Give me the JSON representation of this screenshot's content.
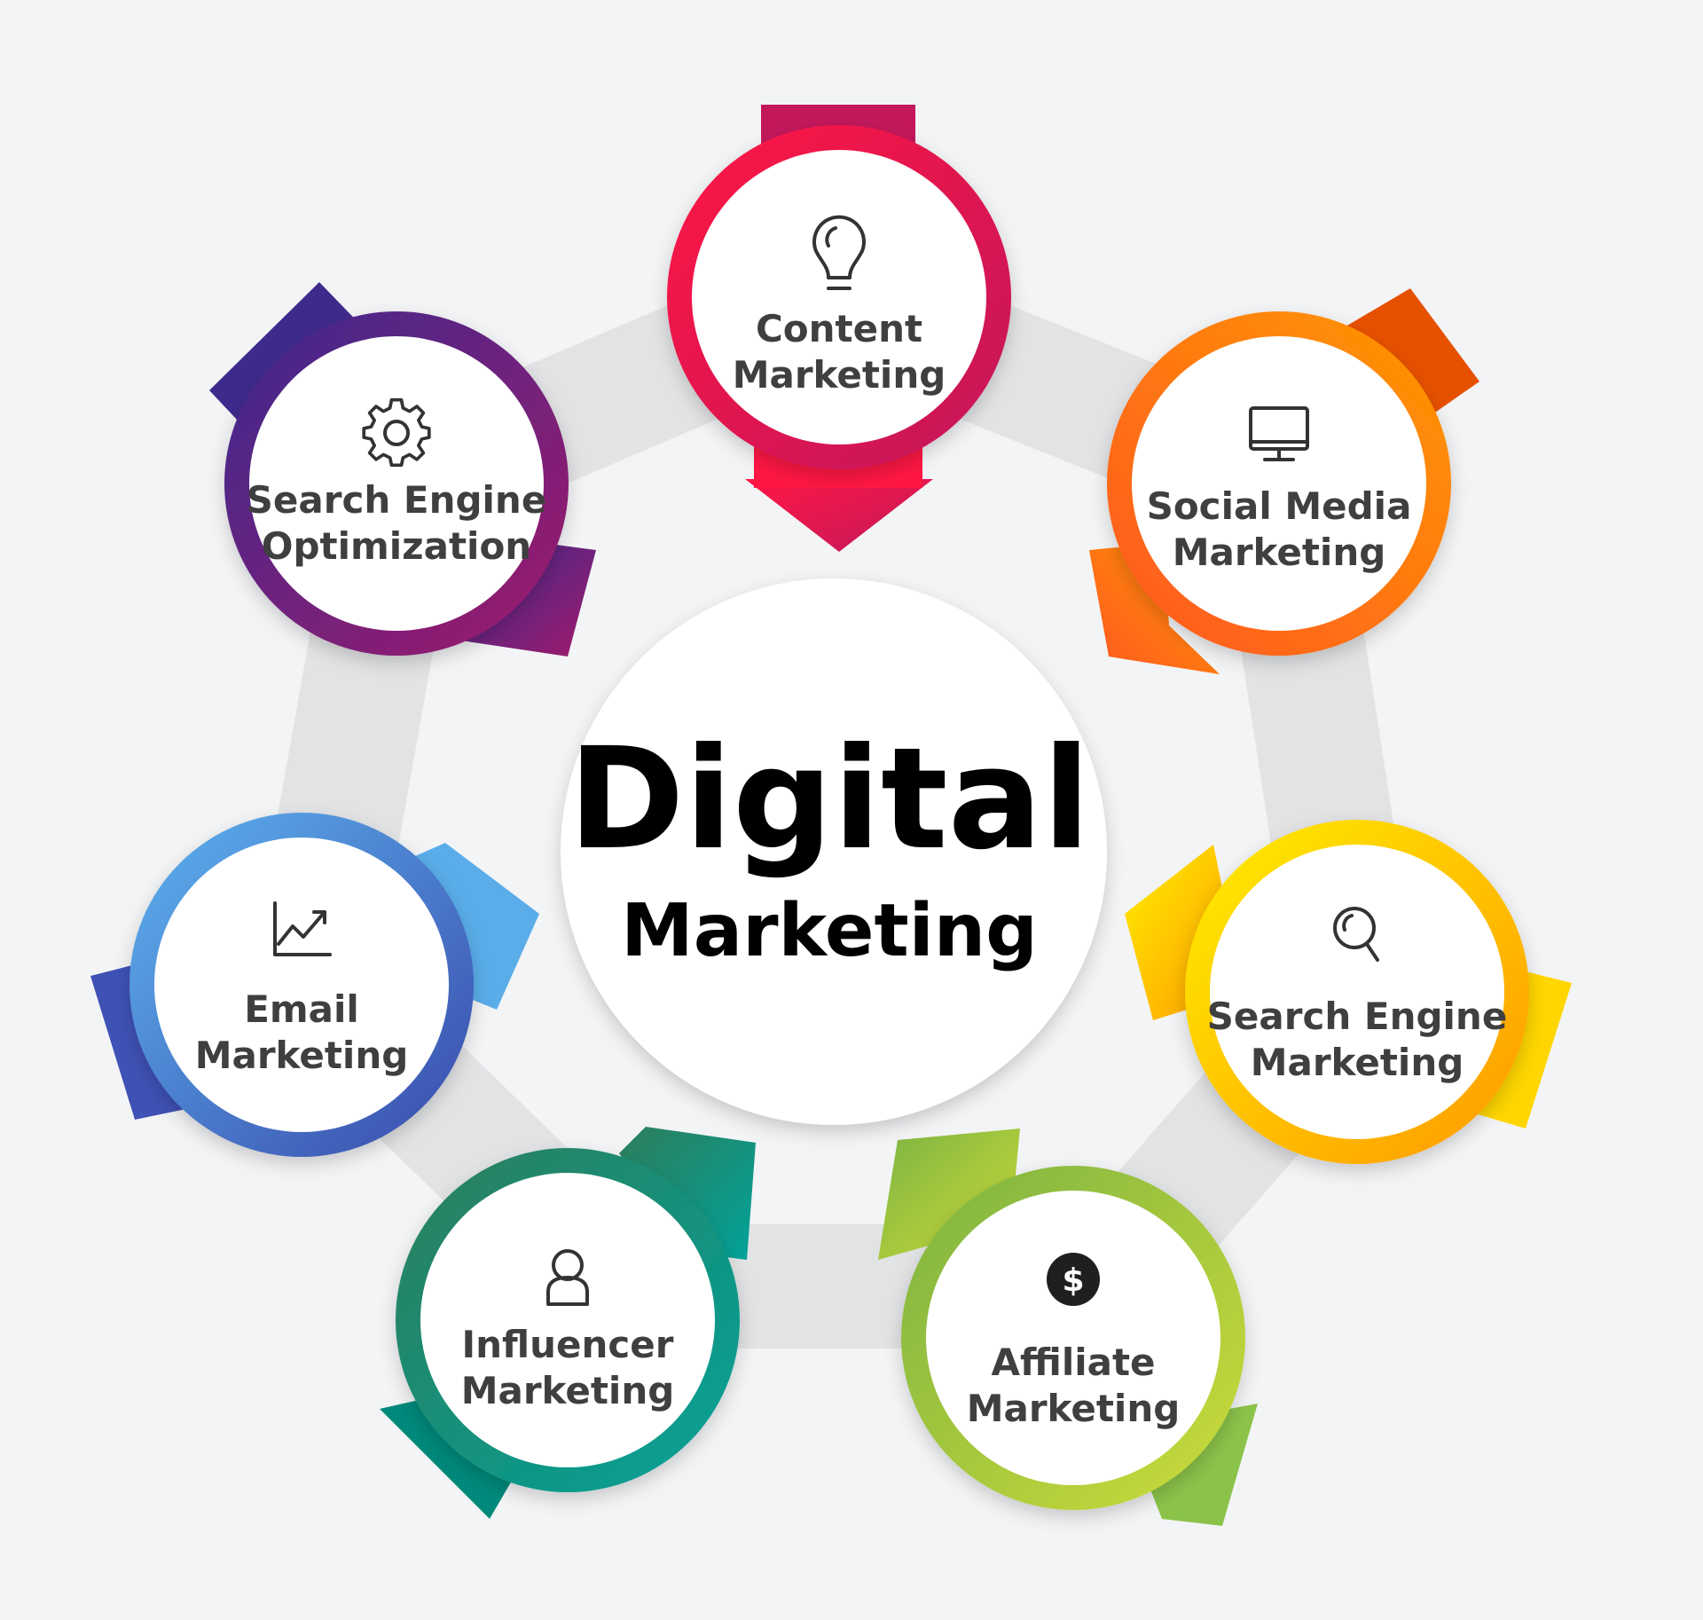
{
  "center": {
    "line1": "Digital",
    "line2": "Marketing"
  },
  "nodes": [
    {
      "key": "content",
      "icon": "lightbulb-icon",
      "lines": [
        "Content",
        "Marketing"
      ],
      "colors": [
        "#ff1744",
        "#c2185b"
      ]
    },
    {
      "key": "social",
      "icon": "monitor-icon",
      "lines": [
        "Social Media",
        "Marketing"
      ],
      "colors": [
        "#ff5722",
        "#ff9800"
      ]
    },
    {
      "key": "sem",
      "icon": "magnifier-icon",
      "lines": [
        "Search Engine",
        "Marketing"
      ],
      "colors": [
        "#ffeb00",
        "#ff9800"
      ]
    },
    {
      "key": "affiliate",
      "icon": "dollar-icon",
      "lines": [
        "Affiliate",
        "Marketing"
      ],
      "colors": [
        "#8bc34a",
        "#cddc39"
      ]
    },
    {
      "key": "influencer",
      "icon": "person-icon",
      "lines": [
        "Influencer",
        "Marketing"
      ],
      "colors": [
        "#00897b",
        "#2e7d32"
      ]
    },
    {
      "key": "email",
      "icon": "chart-icon",
      "lines": [
        "Email",
        "Marketing"
      ],
      "colors": [
        "#3f51b5",
        "#42a5f5"
      ]
    },
    {
      "key": "seo",
      "icon": "gear-icon",
      "lines": [
        "Search Engine",
        "Optimization"
      ],
      "colors": [
        "#3f2a8c",
        "#9c1c6e"
      ]
    }
  ]
}
